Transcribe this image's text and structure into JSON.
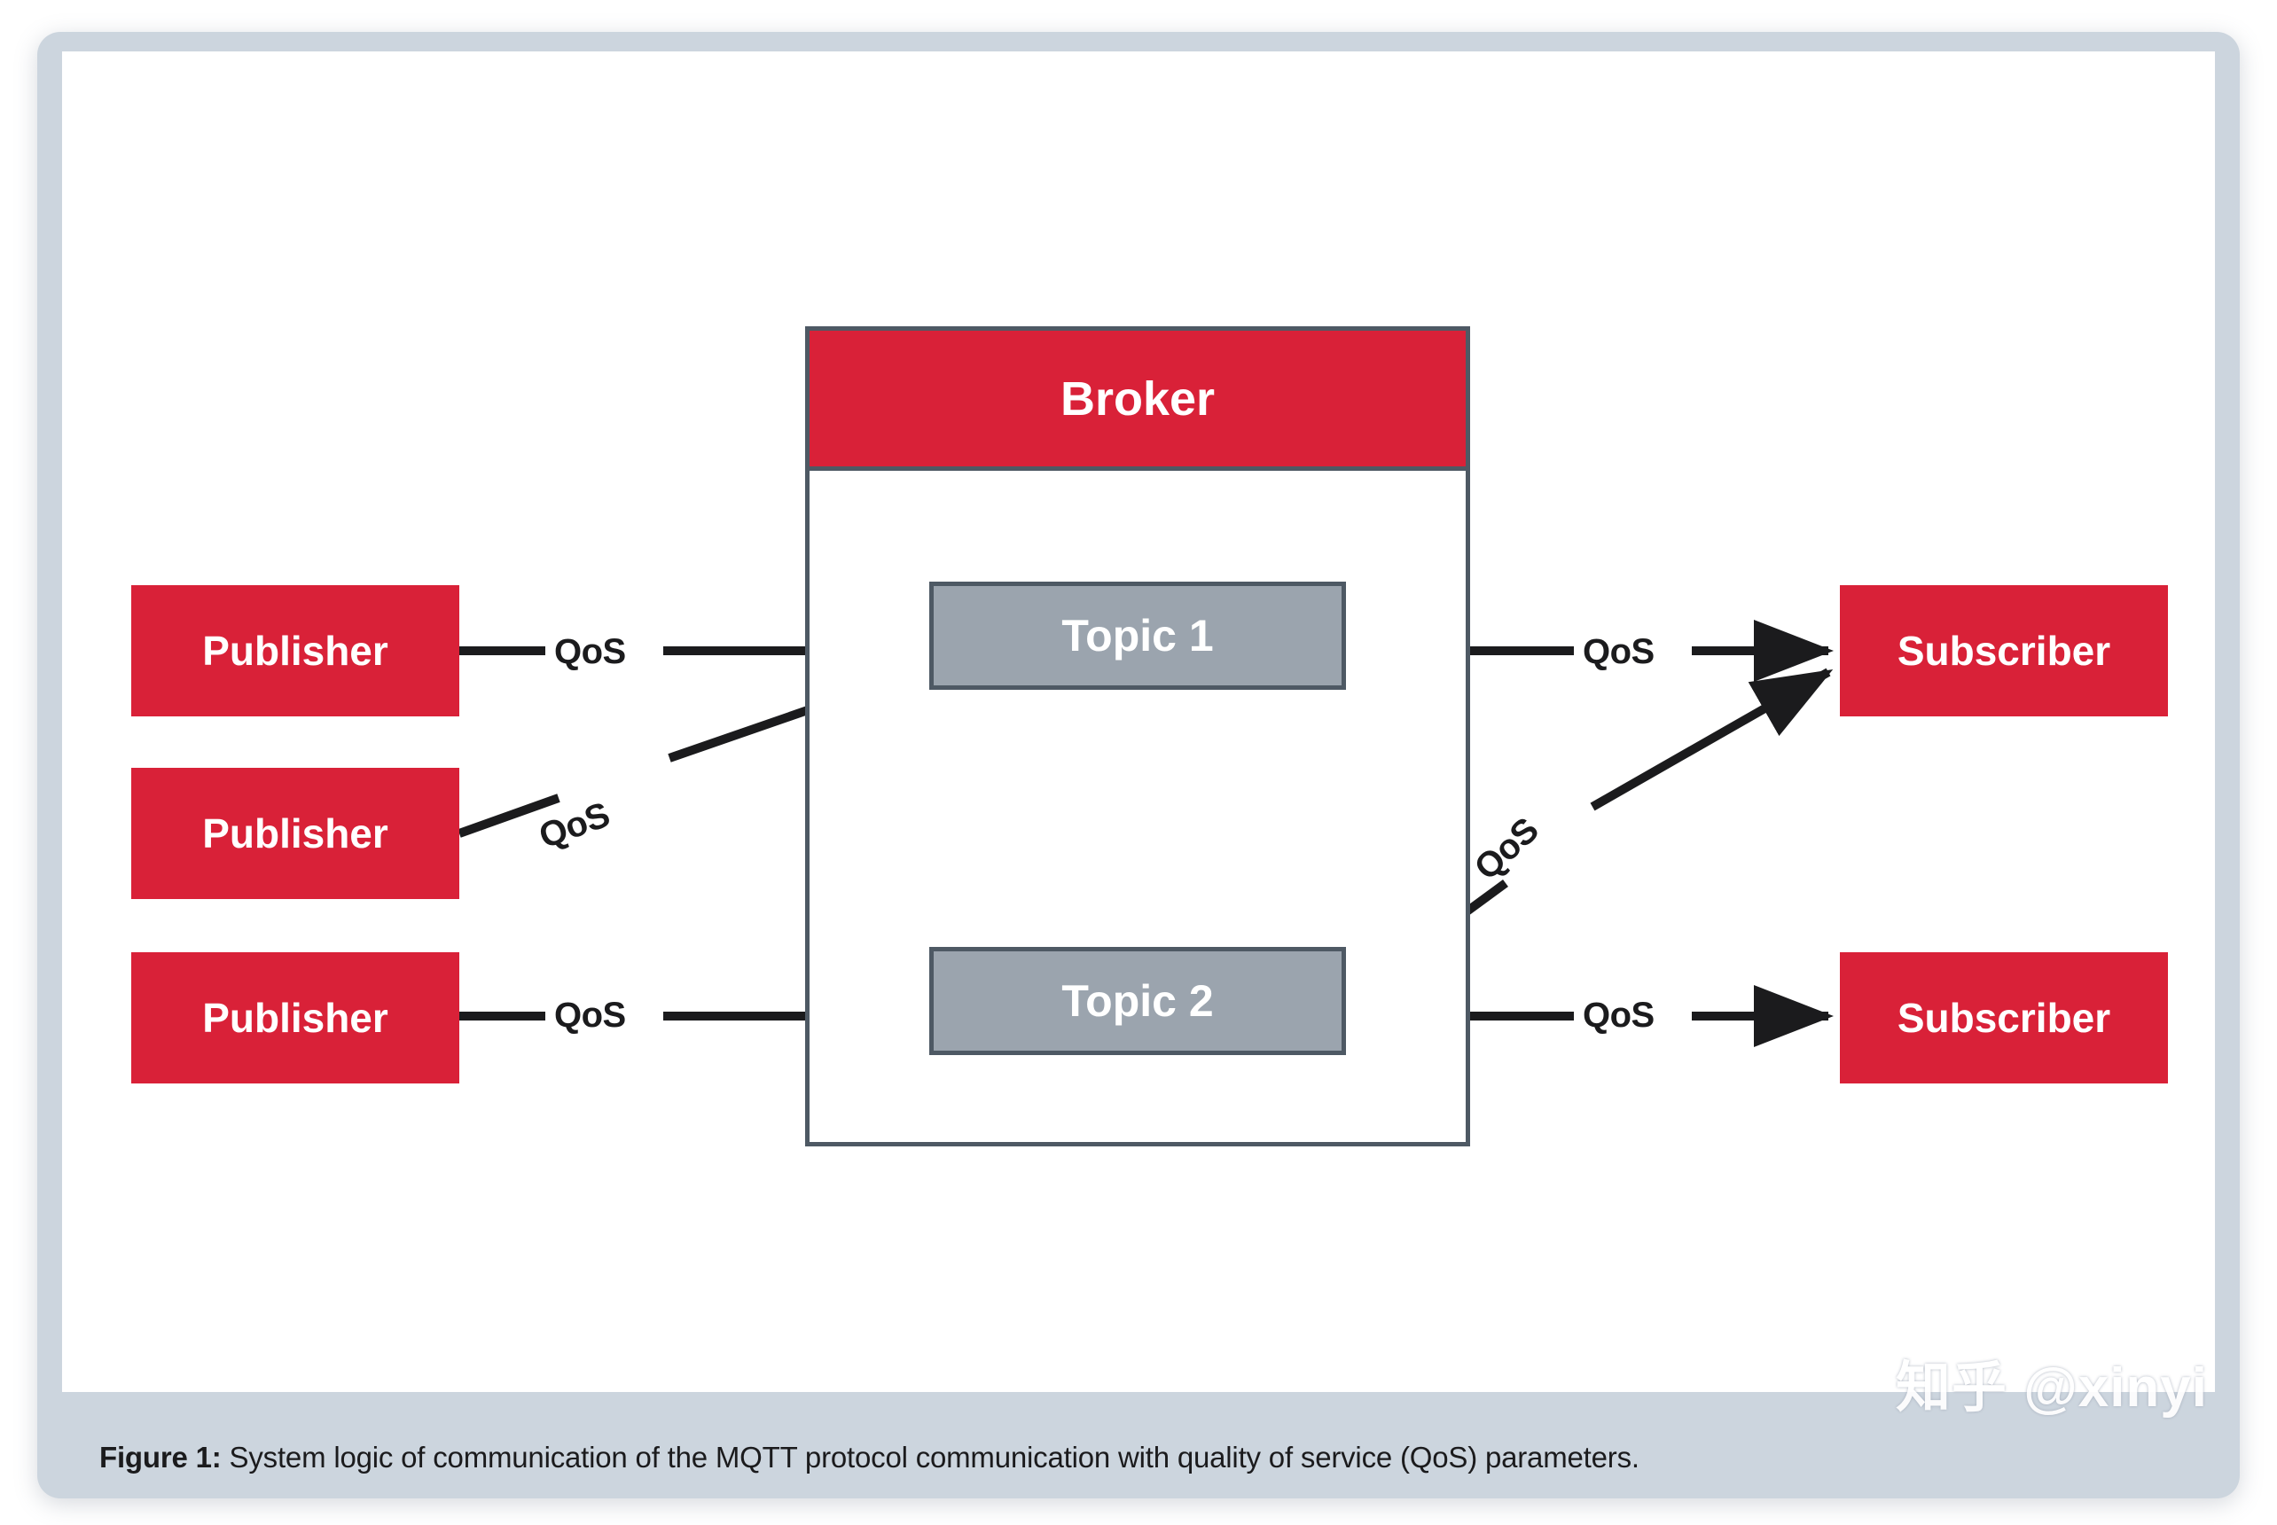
{
  "figure": {
    "caption_label": "Figure 1:",
    "caption_text": " System logic of communication of the MQTT protocol communication with quality of service (QoS) parameters.",
    "watermark": "知乎 @xinyi"
  },
  "colors": {
    "node_red": "#d92138",
    "topic_gray": "#9ba4ae",
    "border_slate": "#4e5964",
    "card_bg": "#ccd5de",
    "canvas_bg": "#ffffff",
    "edge_black": "#1b1b1d"
  },
  "diagram": {
    "type": "block-diagram",
    "broker": {
      "label": "Broker"
    },
    "publishers": [
      {
        "id": "pub-1",
        "label": "Publisher"
      },
      {
        "id": "pub-2",
        "label": "Publisher"
      },
      {
        "id": "pub-3",
        "label": "Publisher"
      }
    ],
    "topics": [
      {
        "id": "topic-1",
        "label": "Topic 1"
      },
      {
        "id": "topic-2",
        "label": "Topic 2"
      }
    ],
    "subscribers": [
      {
        "id": "sub-1",
        "label": "Subscriber"
      },
      {
        "id": "sub-2",
        "label": "Subscriber"
      }
    ],
    "edges": [
      {
        "id": "e1",
        "from": "pub-1",
        "to": "topic-1",
        "label": "QoS",
        "style": "horizontal"
      },
      {
        "id": "e2",
        "from": "pub-2",
        "to": "topic-1",
        "label": "QoS",
        "style": "diagonal-up"
      },
      {
        "id": "e3",
        "from": "pub-3",
        "to": "topic-2",
        "label": "QoS",
        "style": "horizontal"
      },
      {
        "id": "e4",
        "from": "topic-1",
        "to": "sub-1",
        "label": "QoS",
        "style": "horizontal"
      },
      {
        "id": "e5",
        "from": "topic-2",
        "to": "sub-1",
        "label": "QoS",
        "style": "diagonal-up"
      },
      {
        "id": "e6",
        "from": "topic-2",
        "to": "sub-2",
        "label": "QoS",
        "style": "horizontal"
      }
    ]
  }
}
